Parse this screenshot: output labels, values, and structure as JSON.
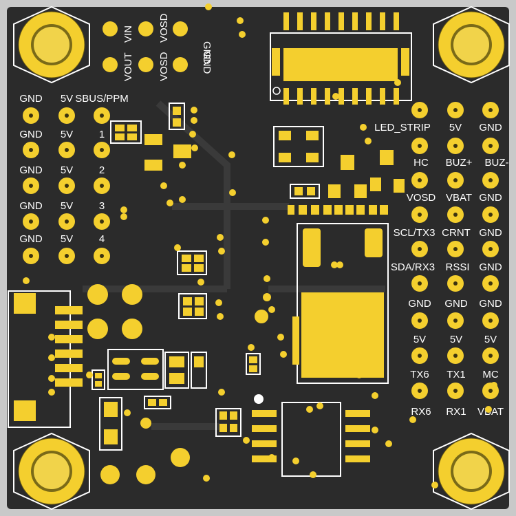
{
  "board": {
    "colors": {
      "pcb": "#2b2b2b",
      "gold": "#f4cf2e",
      "silk": "#ffffff",
      "edge": "#c9c9c9"
    },
    "top_labels": {
      "vin": "VIN",
      "vout": "VOUT",
      "vosd_a": "VOSD",
      "vosd_b": "VOSD",
      "gnd_a": "GND",
      "gnd_b": "GND"
    },
    "left_header": {
      "col_gnd": [
        "GND",
        "GND",
        "GND",
        "GND",
        "GND"
      ],
      "col_5v": [
        "5V",
        "5V",
        "5V",
        "5V",
        "5V"
      ],
      "col_sig": [
        "SBUS/PPM",
        "1",
        "2",
        "3",
        "4"
      ]
    },
    "right_header": {
      "col1": [
        "LED_STRIP",
        "HC",
        "VOSD",
        "SCL/TX3",
        "SDA/RX3",
        "GND",
        "5V",
        "TX6",
        "RX6"
      ],
      "col2": [
        "5V",
        "BUZ+",
        "VBAT",
        "CRNT",
        "RSSI",
        "GND",
        "5V",
        "TX1",
        "RX1"
      ],
      "col3": [
        "GND",
        "BUZ-",
        "GND",
        "GND",
        "GND",
        "GND",
        "5V",
        "MC",
        "VBAT"
      ]
    }
  }
}
